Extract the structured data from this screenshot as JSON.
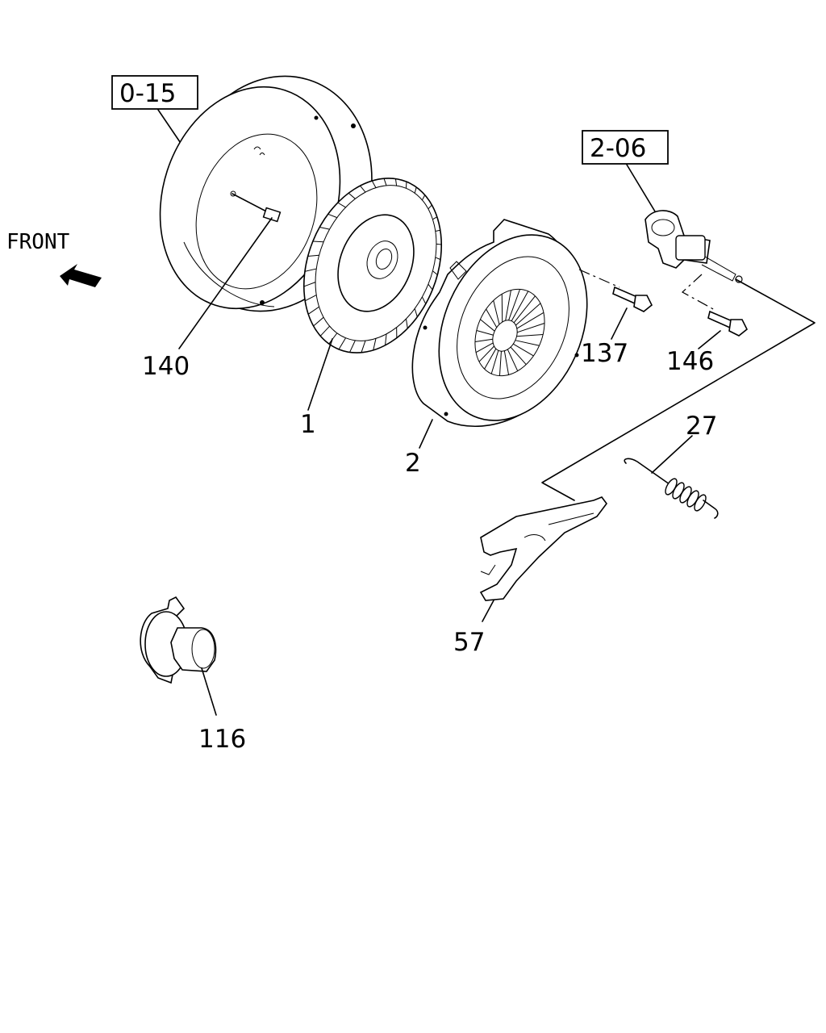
{
  "front_label": "FRONT",
  "ref_boxes": [
    {
      "id": "ref-0-15",
      "text": "0-15"
    },
    {
      "id": "ref-2-06",
      "text": "2-06"
    }
  ],
  "parts": [
    {
      "id": "part-140",
      "number": "140"
    },
    {
      "id": "part-1",
      "number": "1"
    },
    {
      "id": "part-2",
      "number": "2"
    },
    {
      "id": "part-137",
      "number": "137"
    },
    {
      "id": "part-146",
      "number": "146"
    },
    {
      "id": "part-27",
      "number": "27"
    },
    {
      "id": "part-57",
      "number": "57"
    },
    {
      "id": "part-116",
      "number": "116"
    }
  ]
}
